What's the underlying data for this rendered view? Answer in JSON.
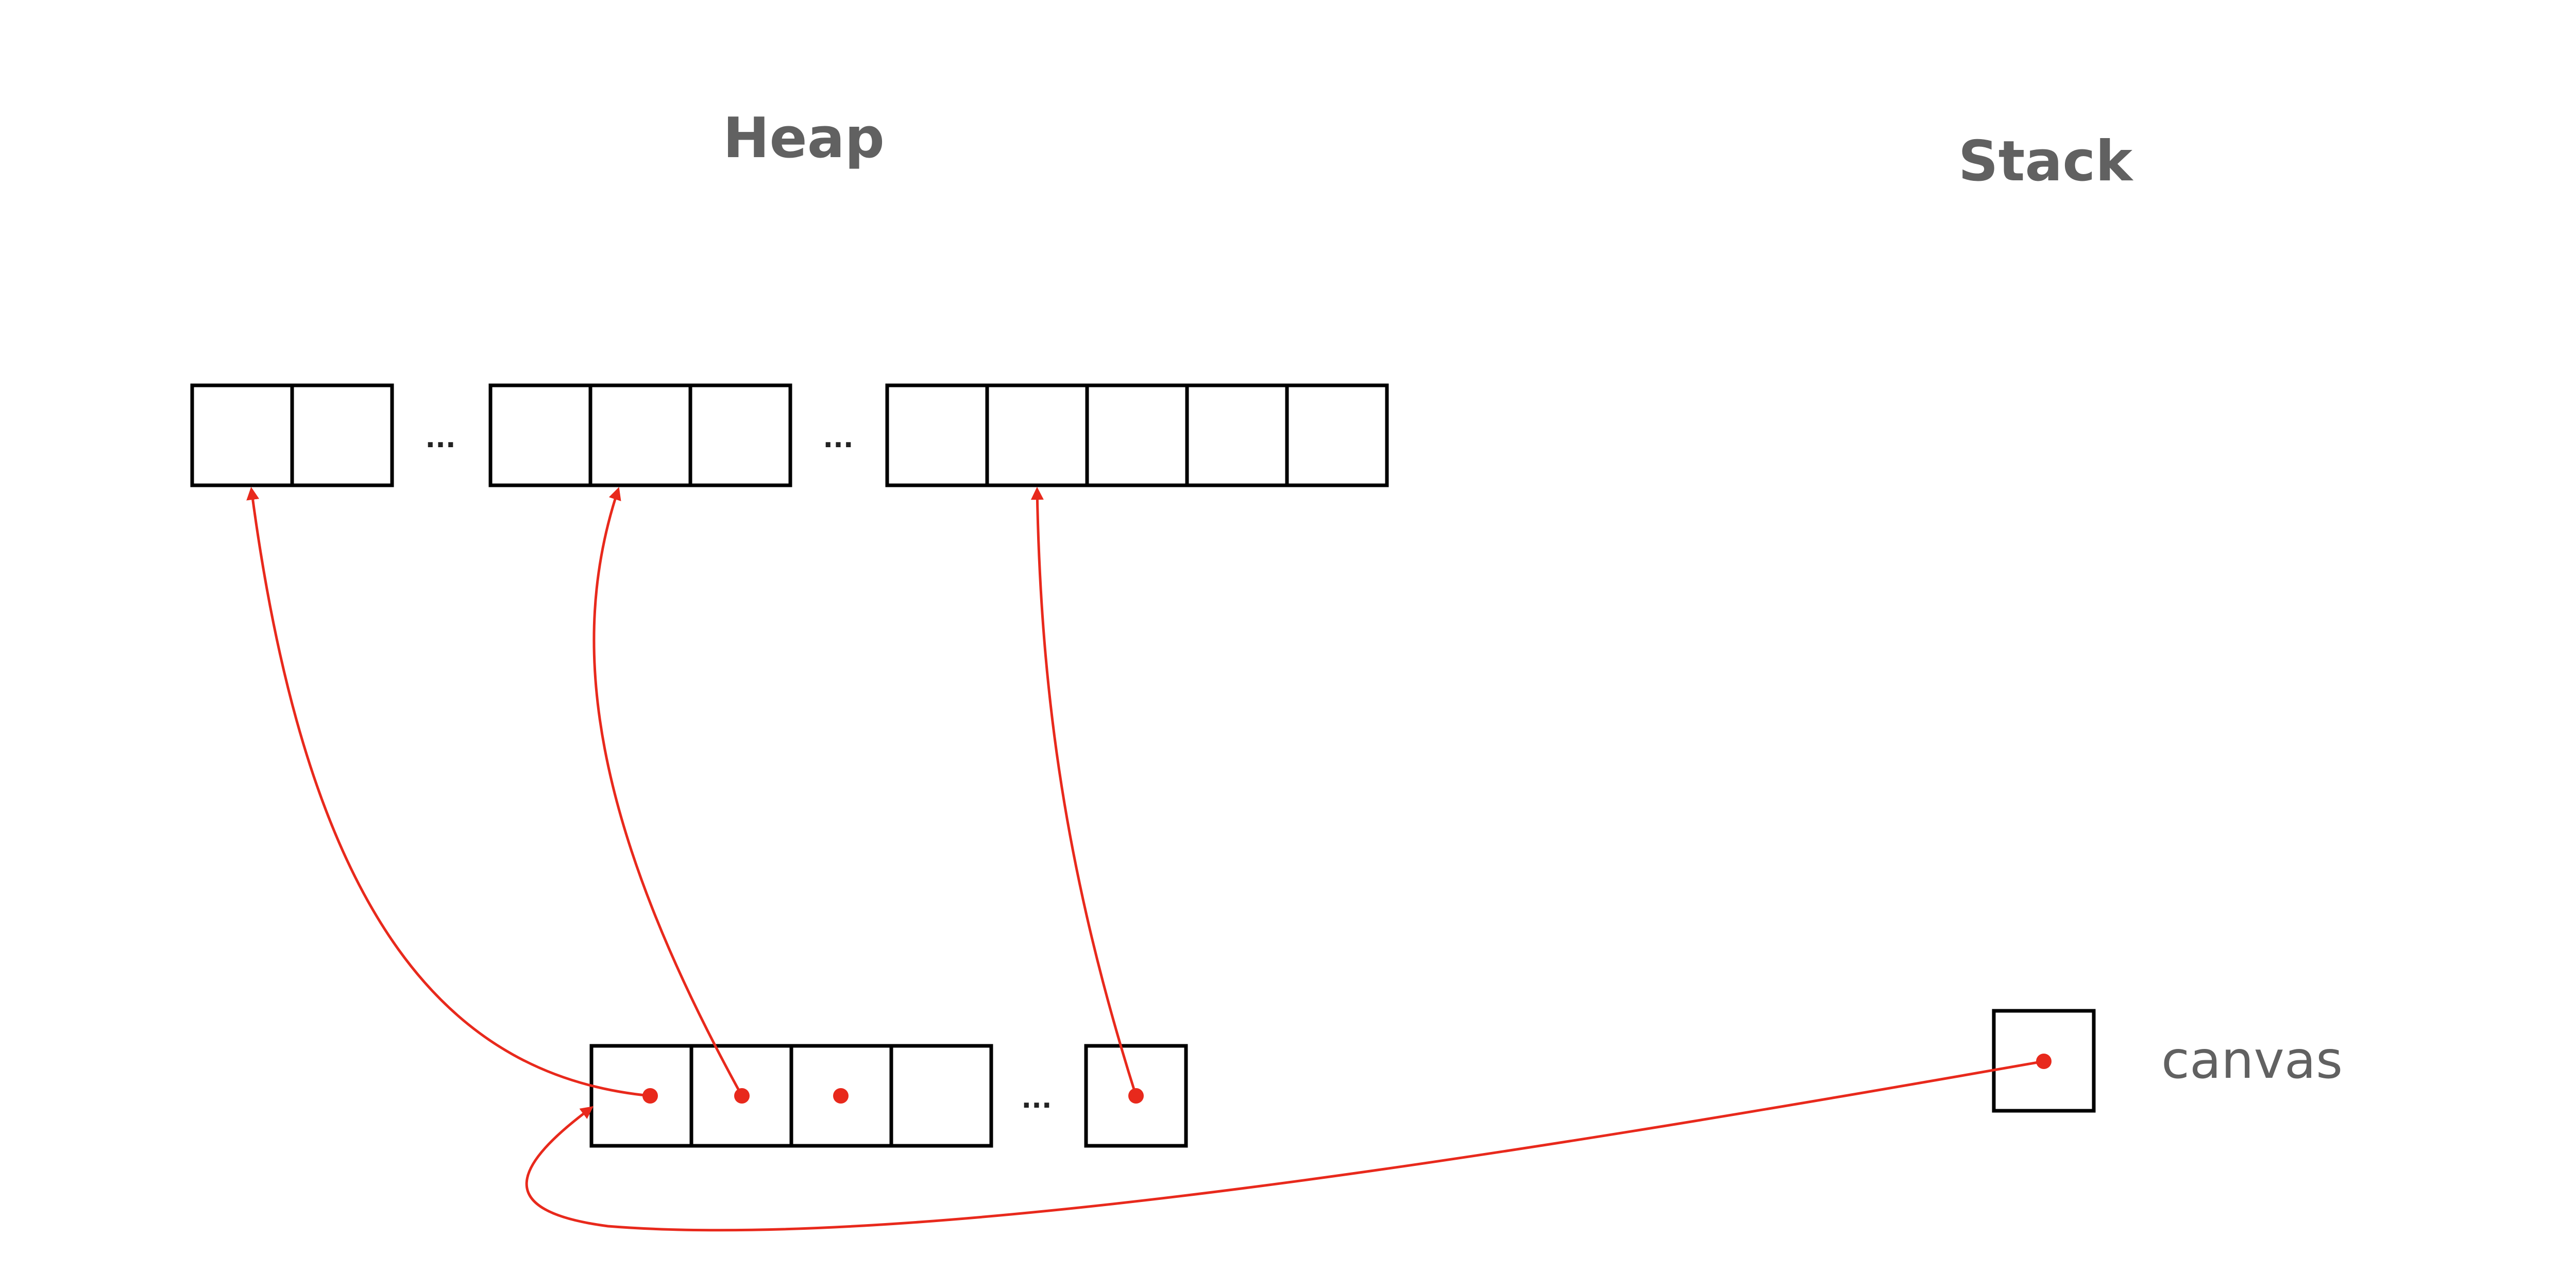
{
  "headings": {
    "heap": "Heap",
    "stack": "Stack"
  },
  "labels": {
    "canvas": "canvas"
  },
  "ellipsis": {
    "top_gap_1": "...",
    "top_gap_2": "...",
    "bottom_gap": "..."
  },
  "colors": {
    "heading_text": "#616161",
    "cell_stroke": "#000000",
    "pointer": "#e8291c"
  }
}
